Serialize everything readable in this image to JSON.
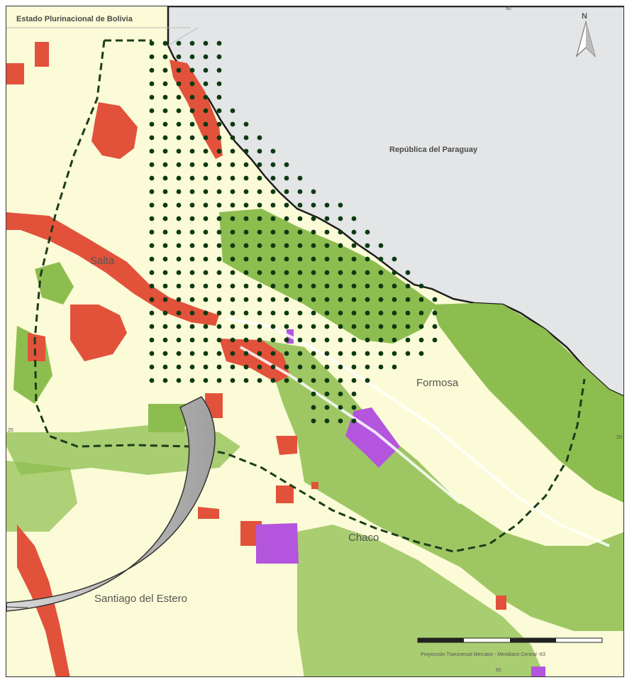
{
  "labels": {
    "bolivia": "Estado Plurinacional de Bolivia",
    "paraguay": "República del Paraguay",
    "salta": "Salta",
    "formosa": "Formosa",
    "chaco": "Chaco",
    "santiago": "Santiago del Estero",
    "projection": "Proyección Transversal Mercator - Meridiano Central -63"
  },
  "grid_labels": {
    "top": "60",
    "bottom": "60",
    "left": "25",
    "right": "25"
  },
  "north": "N",
  "colors": {
    "background": "#fbfbd7",
    "neighbor_country": "#e3e5e6",
    "forest": "#8dbd4f",
    "clearing": "#e2523b",
    "protected": "#b355dd",
    "points": "#0d3a12",
    "boundary": "#1b3d1b",
    "callout": "#a9a9aa"
  },
  "icons": [
    "north-arrow-icon",
    "scale-bar"
  ]
}
